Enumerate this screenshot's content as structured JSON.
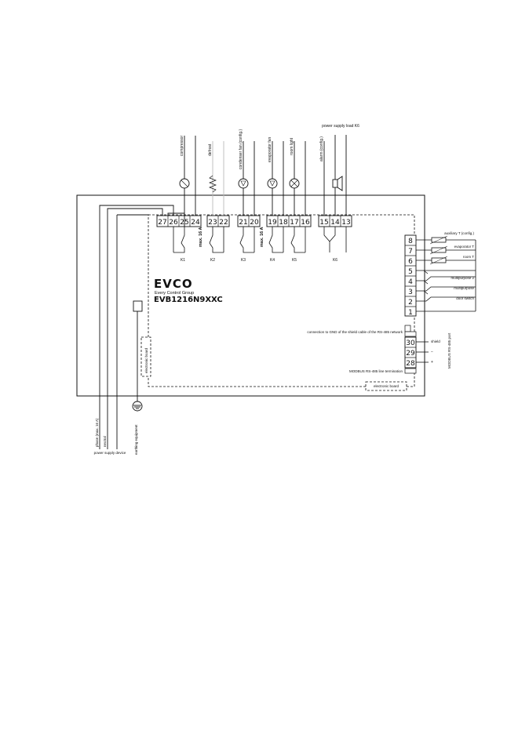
{
  "loads": [
    {
      "id": "compressor",
      "label": "compressor"
    },
    {
      "id": "defrost",
      "label": "defrost"
    },
    {
      "id": "condenser",
      "label": "condenser fan (config.)"
    },
    {
      "id": "evaporator",
      "label": "evaporator fan"
    },
    {
      "id": "room_light",
      "label": "room light"
    },
    {
      "id": "alarm",
      "label": "alarm (config.)"
    }
  ],
  "power_supply_k6": "power supply load K6",
  "terminals_top": [
    "27",
    "26",
    "25",
    "24",
    "23",
    "22",
    "21",
    "20",
    "19",
    "18",
    "17",
    "16",
    "15",
    "14",
    "13"
  ],
  "relays": [
    "K1",
    "K2",
    "K3",
    "K4",
    "K5",
    "K6"
  ],
  "max_rating": "max. 16 A",
  "terminals_right": [
    "8",
    "7",
    "6",
    "5",
    "4",
    "3",
    "2",
    "1"
  ],
  "probes": [
    {
      "label": "auxiliary T (config.)"
    },
    {
      "label": "evaporator T"
    },
    {
      "label": "room T"
    }
  ],
  "inputs": [
    "multipurpose 2",
    "multipurpose",
    "door switch"
  ],
  "rs485": {
    "terminals": [
      "30",
      "29",
      "28"
    ],
    "signals": [
      "shield",
      "−",
      "+"
    ],
    "gnd_note": "connection to GND of the shield cable of the RS-485 network",
    "termination": "MODBUS RS-485 line termination",
    "port": "MODBUS RS-485 port"
  },
  "brand": {
    "logo": "EVCO",
    "group": "Every Control Group",
    "model": "EVB1216N9XXC"
  },
  "board_label": "electronic board",
  "supply": {
    "phase": "phase (max. 16 A)",
    "neutral": "neutral",
    "device": "power supply device",
    "earthing": "earthing equipment"
  }
}
